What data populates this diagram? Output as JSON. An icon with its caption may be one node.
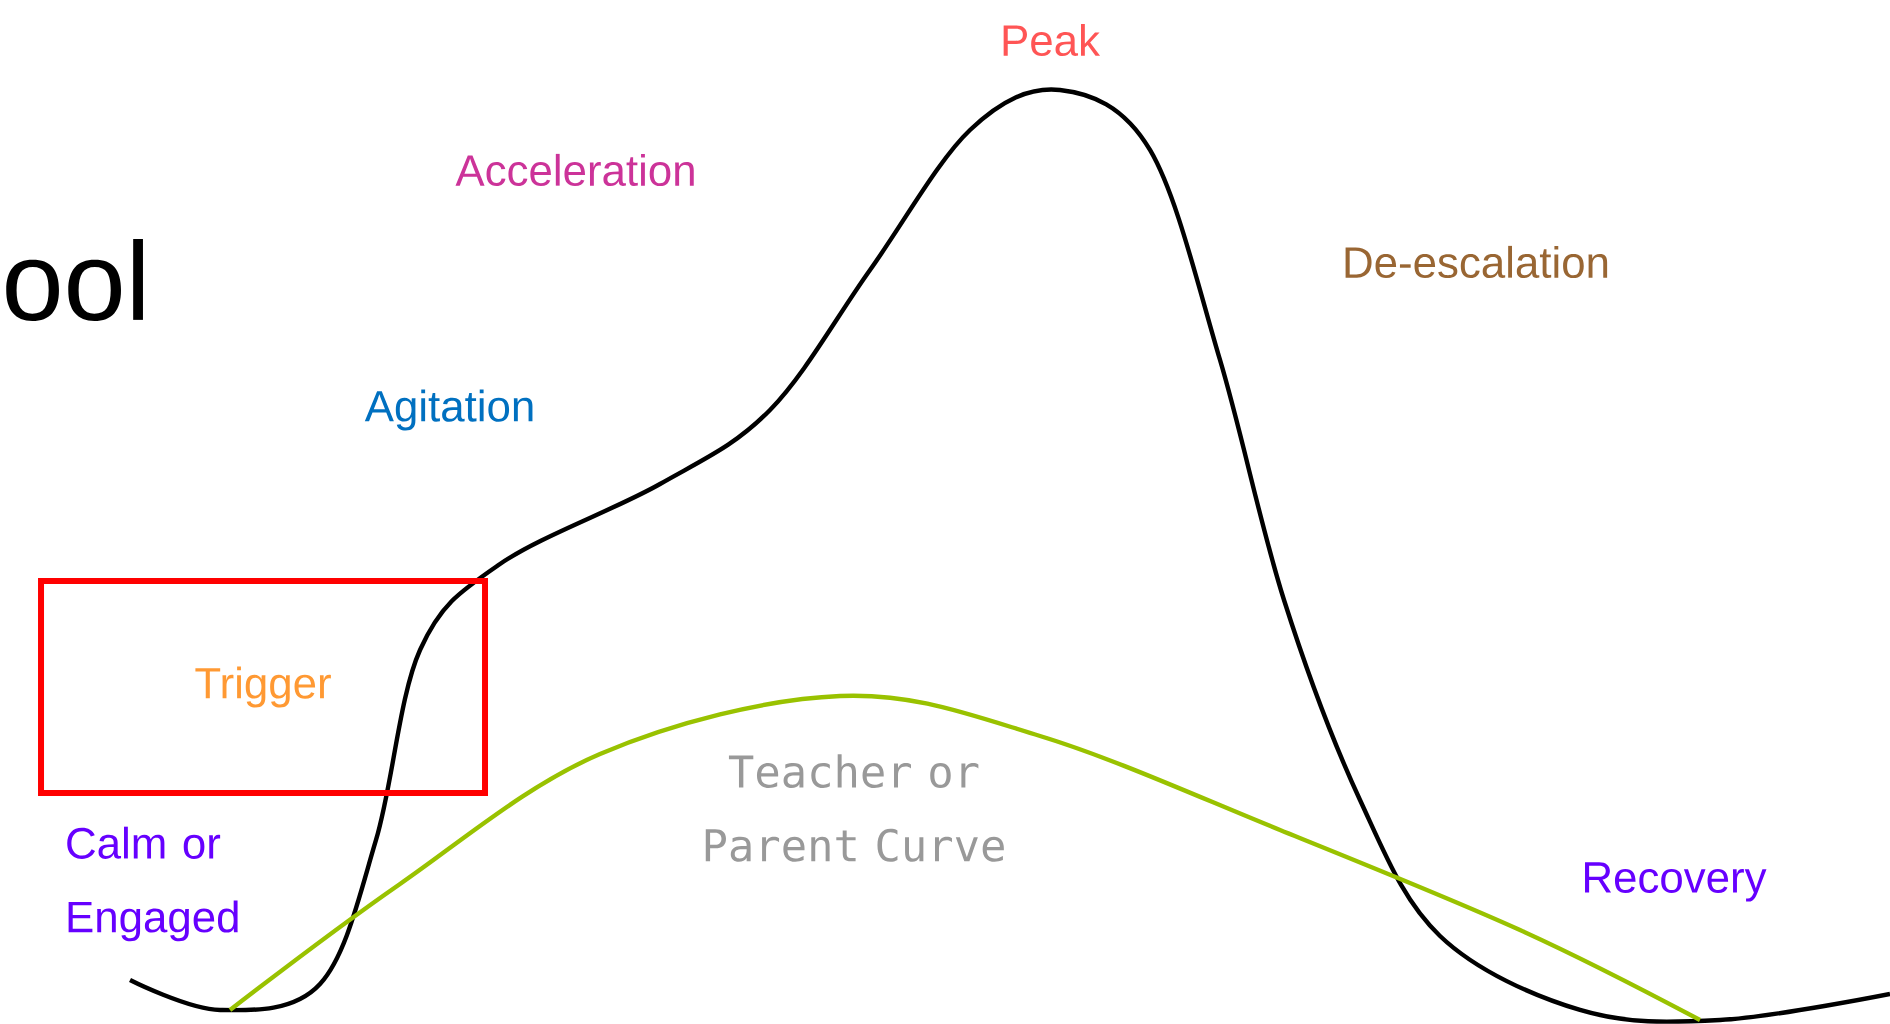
{
  "diagram": {
    "nodes": [
      {
        "text": [
          "Trigger"
        ]
      }
    ],
    "edges": [],
    "labels": [
      "Peak",
      "Acceleration",
      "De-escalation",
      "ool",
      "Agitation",
      "Calm or Engaged",
      "Teacher or Parent Curve",
      "Recovery"
    ]
  }
}
